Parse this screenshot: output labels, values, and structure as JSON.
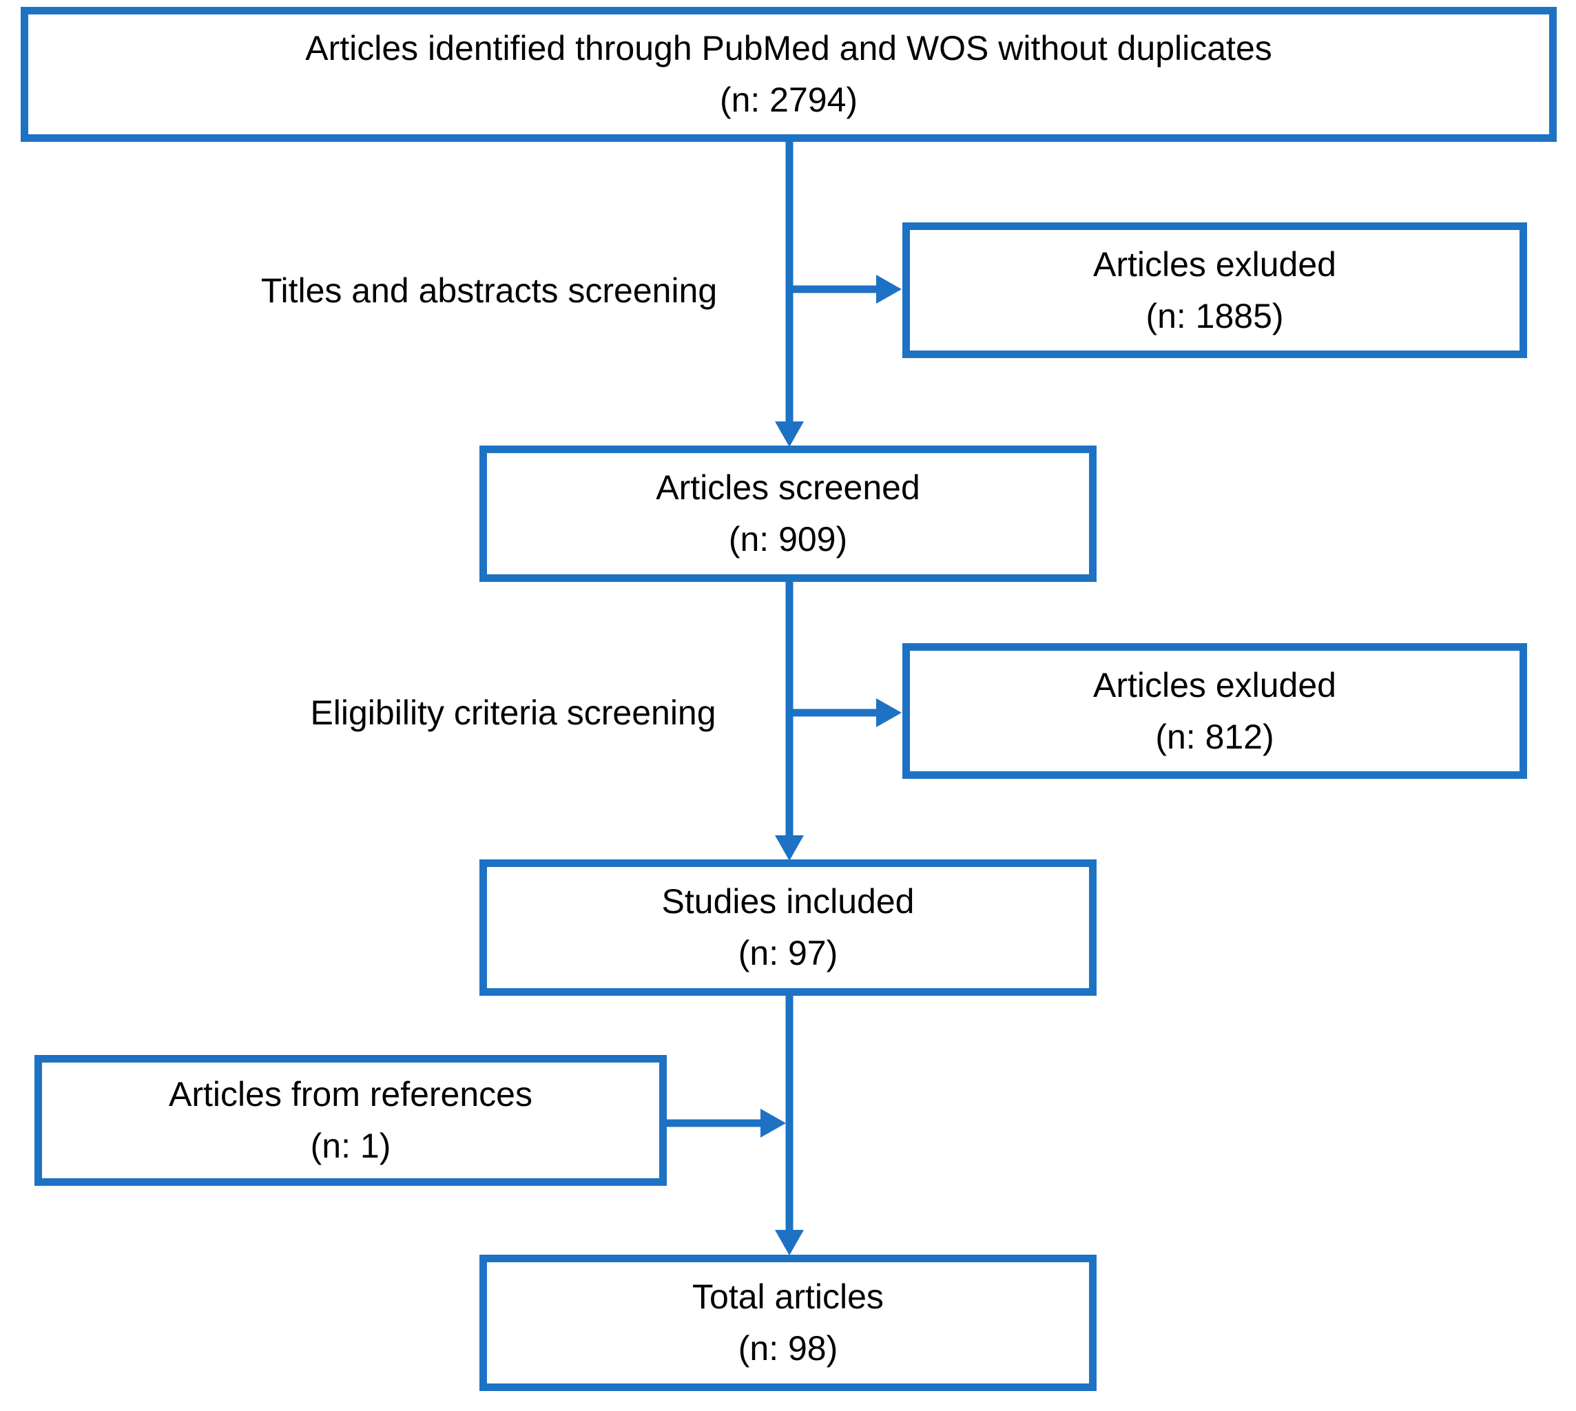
{
  "colors": {
    "accent": "#1d72c4",
    "text": "#000000",
    "background": "#ffffff"
  },
  "flowchart": {
    "boxes": {
      "identified": {
        "label": "Articles identified through PubMed and WOS without duplicates",
        "count": "(n: 2794)"
      },
      "excluded_screening": {
        "label": "Articles exluded",
        "count": "(n: 1885)"
      },
      "screened": {
        "label": "Articles screened",
        "count": "(n: 909)"
      },
      "excluded_eligibility": {
        "label": "Articles exluded",
        "count": "(n: 812)"
      },
      "included": {
        "label": "Studies included",
        "count": "(n: 97)"
      },
      "references": {
        "label": "Articles from references",
        "count": "(n: 1)"
      },
      "total": {
        "label": "Total articles",
        "count": "(n: 98)"
      }
    },
    "stage_labels": {
      "titles_abstracts": "Titles and abstracts screening",
      "eligibility": "Eligibility criteria screening"
    }
  }
}
